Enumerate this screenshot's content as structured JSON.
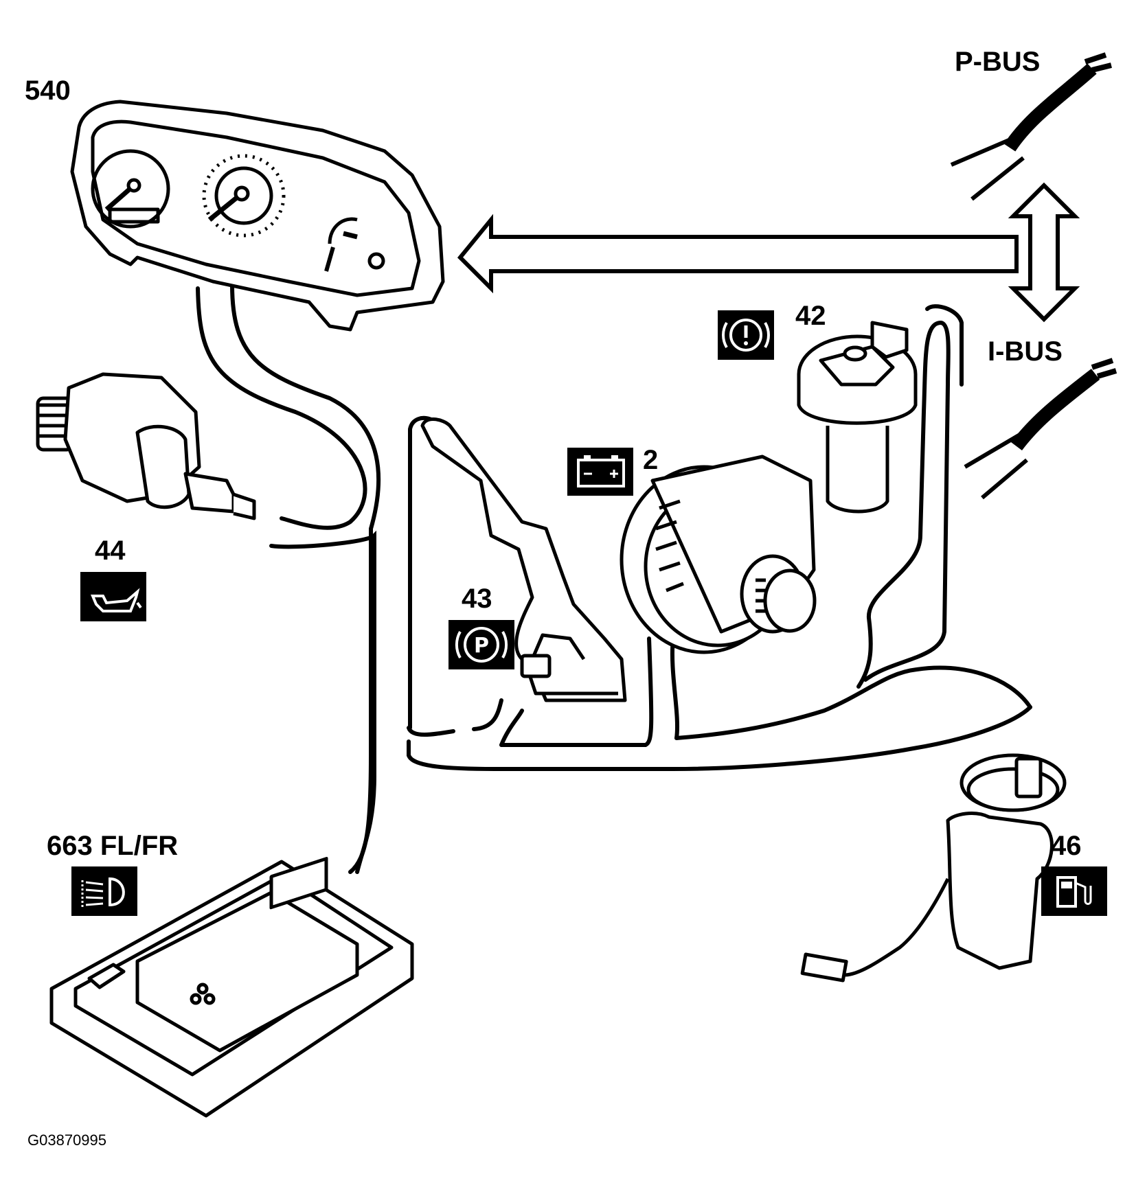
{
  "labels": {
    "cluster": "540",
    "p_bus": "P-BUS",
    "i_bus": "I-BUS",
    "brake_fluid": "42",
    "battery": "2",
    "oil_pressure": "44",
    "parking_brake": "43",
    "headlamp": "663 FL/FR",
    "fuel": "46"
  },
  "figure_code": "G03870995",
  "icons": {
    "brake_fluid": "brake-warning-icon",
    "battery": "battery-icon",
    "oil_pressure": "oil-can-icon",
    "parking_brake": "parking-brake-icon",
    "headlamp": "headlamp-leveling-icon",
    "fuel": "fuel-pump-icon"
  }
}
